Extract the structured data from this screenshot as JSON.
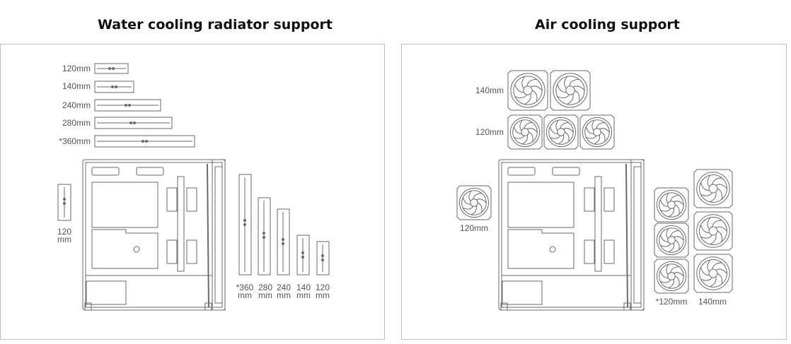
{
  "water": {
    "title": "Water cooling radiator support",
    "top_radiators": [
      "120mm",
      "140mm",
      "240mm",
      "280mm",
      "*360mm"
    ],
    "side_radiator": {
      "size": "120",
      "unit": "mm"
    },
    "front_radiators": [
      {
        "size": "*360",
        "unit": "mm"
      },
      {
        "size": "280",
        "unit": "mm"
      },
      {
        "size": "240",
        "unit": "mm"
      },
      {
        "size": "140",
        "unit": "mm"
      },
      {
        "size": "120",
        "unit": "mm"
      }
    ]
  },
  "air": {
    "title": "Air cooling support",
    "top_fan_rows": [
      "140mm",
      "120mm"
    ],
    "rear_fan": "120mm",
    "front_fan_columns": [
      "*120mm",
      "140mm"
    ]
  }
}
